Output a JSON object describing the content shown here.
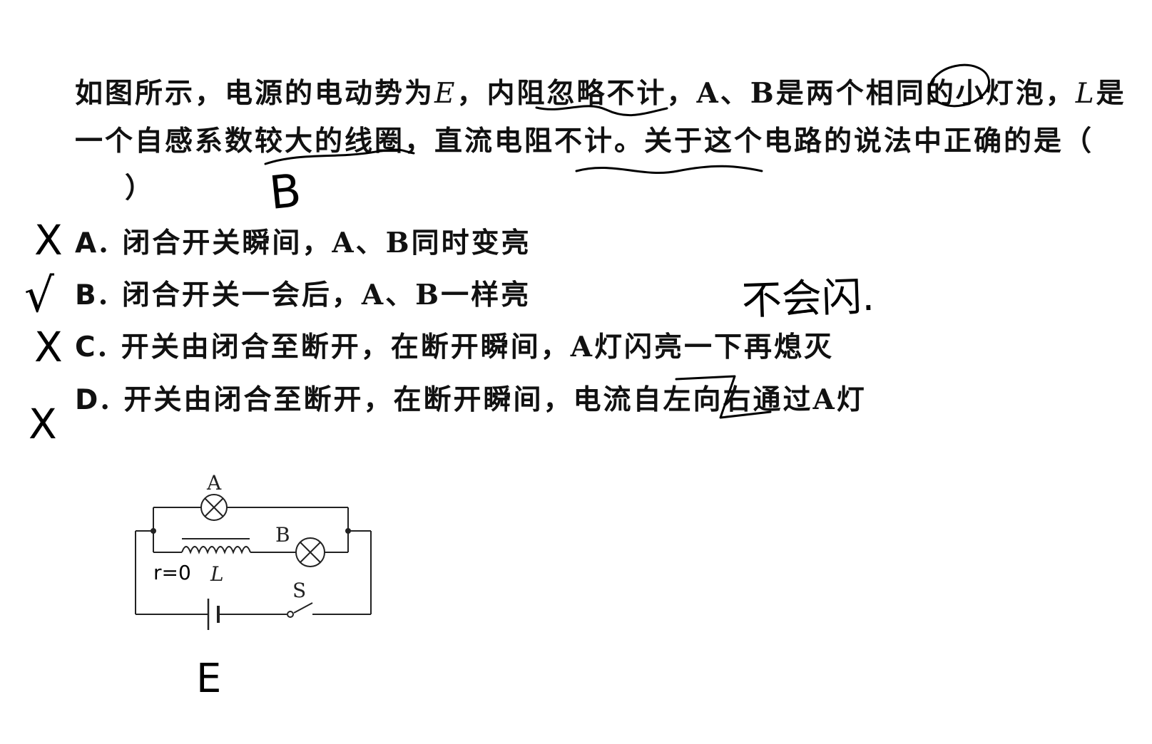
{
  "question": {
    "part1": "如图所示，电源的电动势为",
    "emf_var": "E",
    "part2": "，内阻忽略不计，A、B是两个相同的小灯泡，",
    "l_var": "L",
    "part3": "是一个自感系数较大的线圈，直流电阻不计。关于这个电路的说法中正确的是（",
    "blank_close": "）"
  },
  "options": [
    {
      "key": "A",
      "sep": ". ",
      "text": "闭合开关瞬间，A、B同时变亮"
    },
    {
      "key": "B",
      "sep": ". ",
      "text": "闭合开关一会后，A、B一样亮"
    },
    {
      "key": "C",
      "sep": ". ",
      "text": "开关由闭合至断开，在断开瞬间，A灯闪亮一下再熄灭"
    },
    {
      "key": "D",
      "sep": ". ",
      "text": "开关由闭合至断开，在断开瞬间，电流自左向右通过A灯"
    }
  ],
  "handwriting": {
    "answer": "B",
    "marks": [
      "X",
      "√",
      "X",
      "X"
    ],
    "note": "不会闪.",
    "r_note": "r=0",
    "e_note": "E"
  },
  "circuit": {
    "lamp_a_label": "A",
    "lamp_b_label": "B",
    "inductor_label": "L",
    "switch_label": "S"
  },
  "colors": {
    "text": "#111111",
    "ink": "#000000",
    "background": "#ffffff"
  }
}
